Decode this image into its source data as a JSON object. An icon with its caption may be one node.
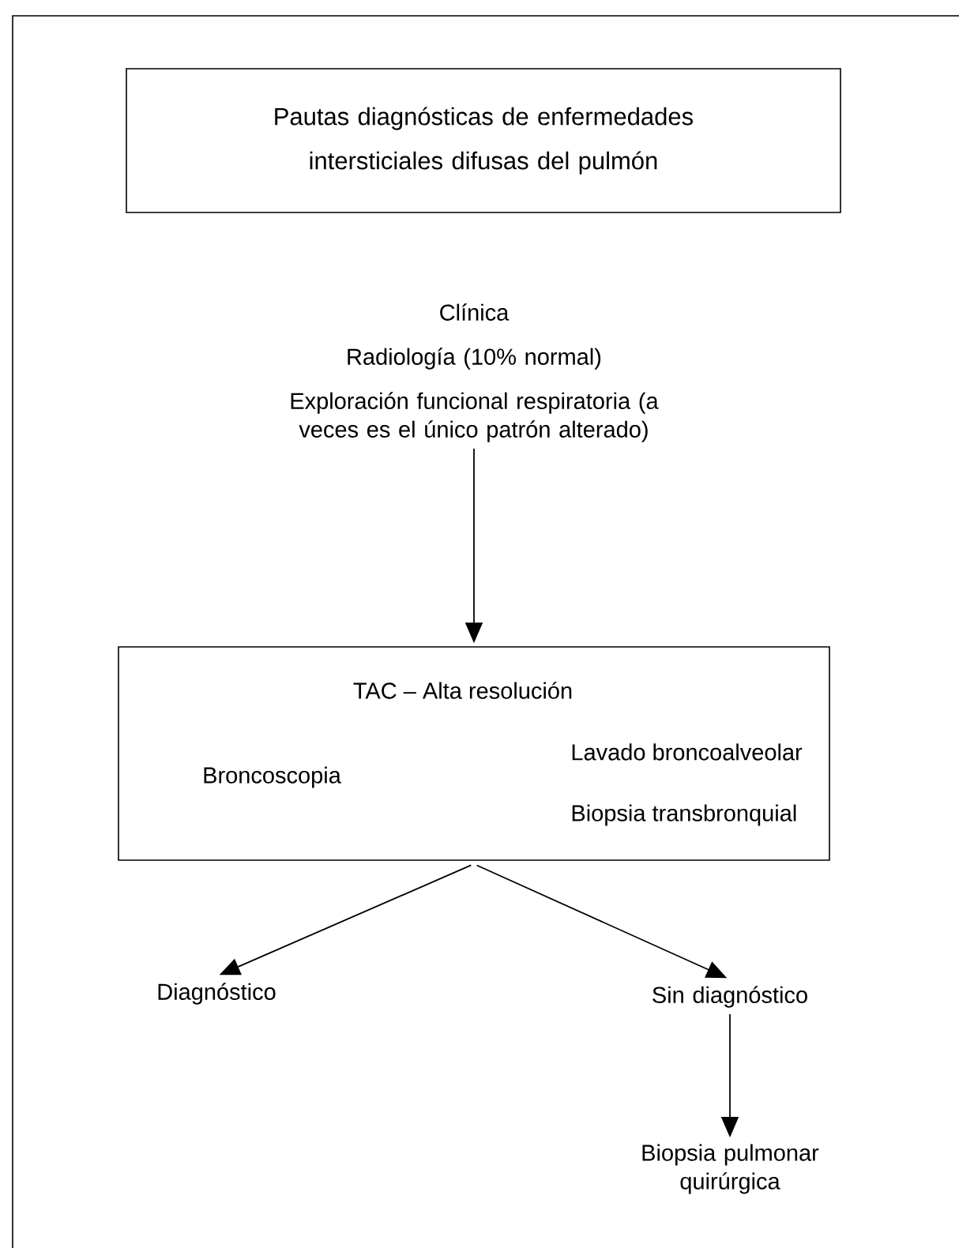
{
  "diagram": {
    "nodes": [
      {
        "text": [
          "Pautas diagnósticas de enfermedades intersticiales difusas del pulmón"
        ]
      },
      {
        "text": [
          "Clínica",
          "Radiología (10% normal)",
          "Exploración funcional respiratoria (a veces es el único patrón alterado)"
        ]
      },
      {
        "text": [
          "TAC – Alta resolución",
          "Broncoscopia",
          "Lavado broncoalveolar",
          "Biopsia transbronquial"
        ]
      },
      {
        "text": [
          "Diagnóstico"
        ]
      },
      {
        "text": [
          "Sin diagnóstico"
        ]
      },
      {
        "text": [
          "Biopsia pulmonar quirúrgica"
        ]
      }
    ],
    "edges": [
      {
        "from": 1,
        "to": 2,
        "arrow": "to"
      },
      {
        "from": 2,
        "to": 3,
        "arrow": "to"
      },
      {
        "from": 2,
        "to": 4,
        "arrow": "to"
      },
      {
        "from": 4,
        "to": 5,
        "arrow": "to"
      }
    ]
  }
}
